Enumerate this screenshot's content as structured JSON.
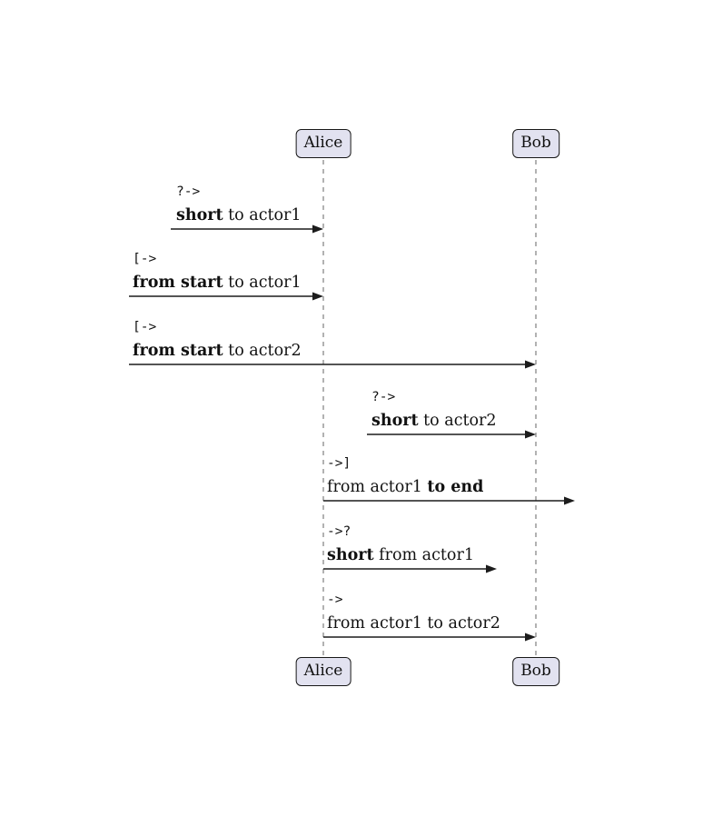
{
  "diagram": {
    "type": "sequence-diagram",
    "actors": [
      {
        "label": "Alice"
      },
      {
        "label": "Bob"
      }
    ],
    "messages": [
      {
        "op": "?->",
        "from": "outside-short",
        "to": "Alice",
        "text_segments": [
          {
            "text": "short",
            "bold": true
          },
          {
            "text": " to actor1",
            "bold": false
          }
        ]
      },
      {
        "op": "[->",
        "from": "diagram-start",
        "to": "Alice",
        "text_segments": [
          {
            "text": "from start",
            "bold": true
          },
          {
            "text": " to actor1",
            "bold": false
          }
        ]
      },
      {
        "op": "[->",
        "from": "diagram-start",
        "to": "Bob",
        "text_segments": [
          {
            "text": "from start",
            "bold": true
          },
          {
            "text": " to actor2",
            "bold": false
          }
        ]
      },
      {
        "op": "?->",
        "from": "outside-short",
        "to": "Bob",
        "text_segments": [
          {
            "text": "short",
            "bold": true
          },
          {
            "text": " to actor2",
            "bold": false
          }
        ]
      },
      {
        "op": "->]",
        "from": "Alice",
        "to": "diagram-end",
        "text_segments": [
          {
            "text": "from actor1 ",
            "bold": false
          },
          {
            "text": "to end",
            "bold": true
          }
        ]
      },
      {
        "op": "->?",
        "from": "Alice",
        "to": "outside-short",
        "text_segments": [
          {
            "text": "short",
            "bold": true
          },
          {
            "text": " from actor1",
            "bold": false
          }
        ]
      },
      {
        "op": "->",
        "from": "Alice",
        "to": "Bob",
        "text_segments": [
          {
            "text": "from actor1 to actor2",
            "bold": false
          }
        ]
      }
    ],
    "colors": {
      "actor_fill": "#e2e2f0",
      "actor_border": "#181818",
      "lifeline": "#888888",
      "arrow": "#1c1c1c",
      "text": "#111111",
      "background": "#ffffff"
    }
  }
}
